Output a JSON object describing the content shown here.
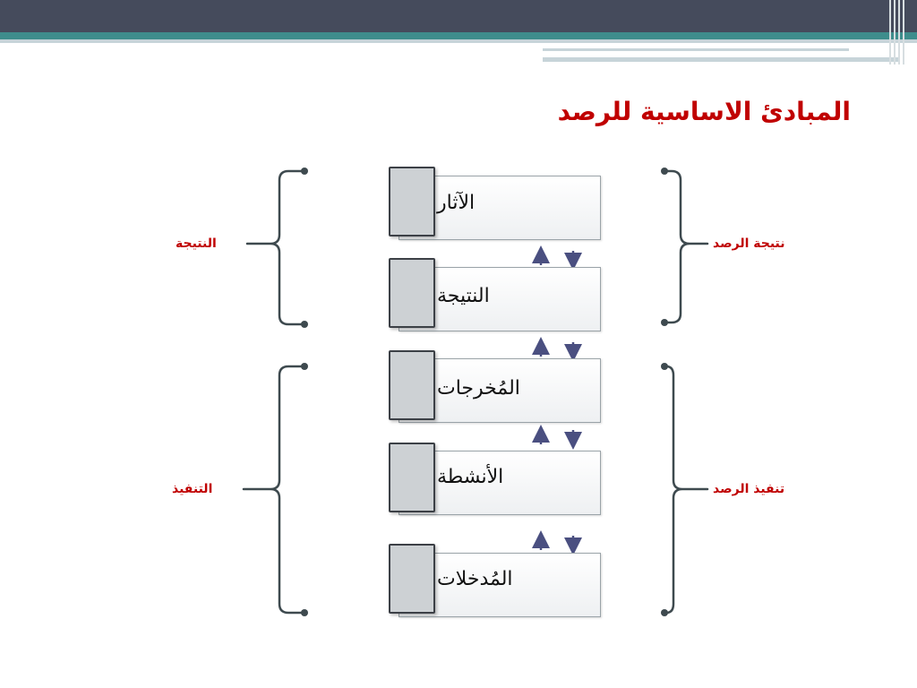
{
  "slide": {
    "title": "المبادئ الاساسية  للرصد"
  },
  "levels": [
    {
      "label": "الآثار"
    },
    {
      "label": "النتيجة"
    },
    {
      "label": "المُخرجات"
    },
    {
      "label": "الأنشطة"
    },
    {
      "label": "المُدخلات"
    }
  ],
  "left_groups": {
    "upper": "النتيجة",
    "lower": "التنفيذ"
  },
  "right_groups": {
    "upper": "نتيجة الرصد",
    "lower": "تنفيذ الرصد"
  },
  "colors": {
    "header_dark": "#454b5c",
    "header_teal": "#3e8d8c",
    "accent_red": "#c00000",
    "bracket": "#3e4a4f",
    "arrow": "#4a4f80"
  }
}
